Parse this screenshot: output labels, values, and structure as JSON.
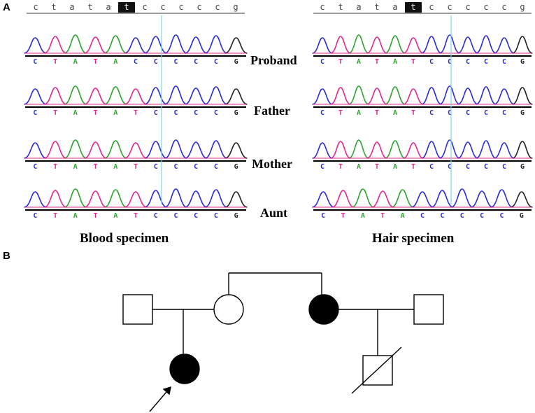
{
  "panels": {
    "a": "A",
    "b": "B"
  },
  "reference": {
    "bases": [
      "c",
      "t",
      "a",
      "t",
      "a",
      "t",
      "c",
      "c",
      "c",
      "c",
      "c",
      "g"
    ],
    "highlight_index": 5
  },
  "rows": [
    {
      "label": "Proband",
      "blood_calls": "CTATACCCCCG",
      "hair_calls": "CTATATCCCCCG"
    },
    {
      "label": "Father",
      "blood_calls": "CTATATCCCCG",
      "hair_calls": "CTATATCCCCCG"
    },
    {
      "label": "Mother",
      "blood_calls": "CTATATCCCCG",
      "hair_calls": "CTATATCCCCCG"
    },
    {
      "label": "Aunt",
      "blood_calls": "CTATATCCCCG",
      "hair_calls": "CTATACCCCCG"
    }
  ],
  "specimens": {
    "blood": "Blood specimen",
    "hair": "Hair specimen"
  },
  "base_colors": {
    "A": "#2ea12e",
    "C": "#2b2bd6",
    "G": "#222222",
    "T": "#e0288f"
  },
  "pedigree": {
    "members": [
      {
        "role": "husband",
        "sex": "male",
        "affected": false,
        "deceased": false
      },
      {
        "role": "mother",
        "sex": "female",
        "affected": false,
        "deceased": false
      },
      {
        "role": "aunt",
        "sex": "female",
        "affected": true,
        "deceased": false
      },
      {
        "role": "aunt-husband",
        "sex": "male",
        "affected": false,
        "deceased": false
      },
      {
        "role": "proband",
        "sex": "female",
        "affected": true,
        "deceased": false,
        "proband": true
      },
      {
        "role": "cousin",
        "sex": "male",
        "affected": false,
        "deceased": true
      }
    ]
  }
}
